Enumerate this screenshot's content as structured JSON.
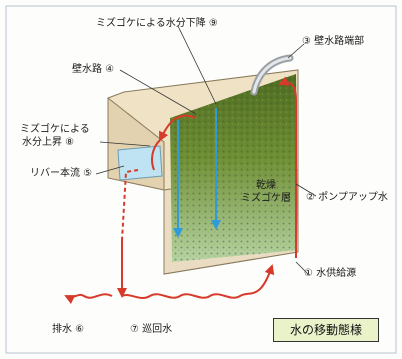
{
  "labels": {
    "top_descent": "ミズゴケによる水分下降 ⑨",
    "outlet": "③ 壁水路端部",
    "wall_channel": "壁水路 ④",
    "rise_line1": "ミズゴケによる",
    "rise_line2": "水分上昇 ⑧",
    "river": "リバー本流 ⑤",
    "moss_line1": "乾燥",
    "moss_line2": "ミズゴケ層",
    "pump": "② ポンプアップ水",
    "source": "① 水供給源",
    "drain": "排水 ⑥",
    "circulate": "⑦ 巡回水"
  },
  "title": "水の移動態様",
  "colors": {
    "frame": "#f2e4c8",
    "board": "#e7d8bc",
    "moss_top": "#5c7a2a",
    "moss_bottom": "#9fbf85",
    "water_red": "#d63a2a",
    "water_blue": "#2f9bd8",
    "title_bg": "#e9f2c9"
  }
}
